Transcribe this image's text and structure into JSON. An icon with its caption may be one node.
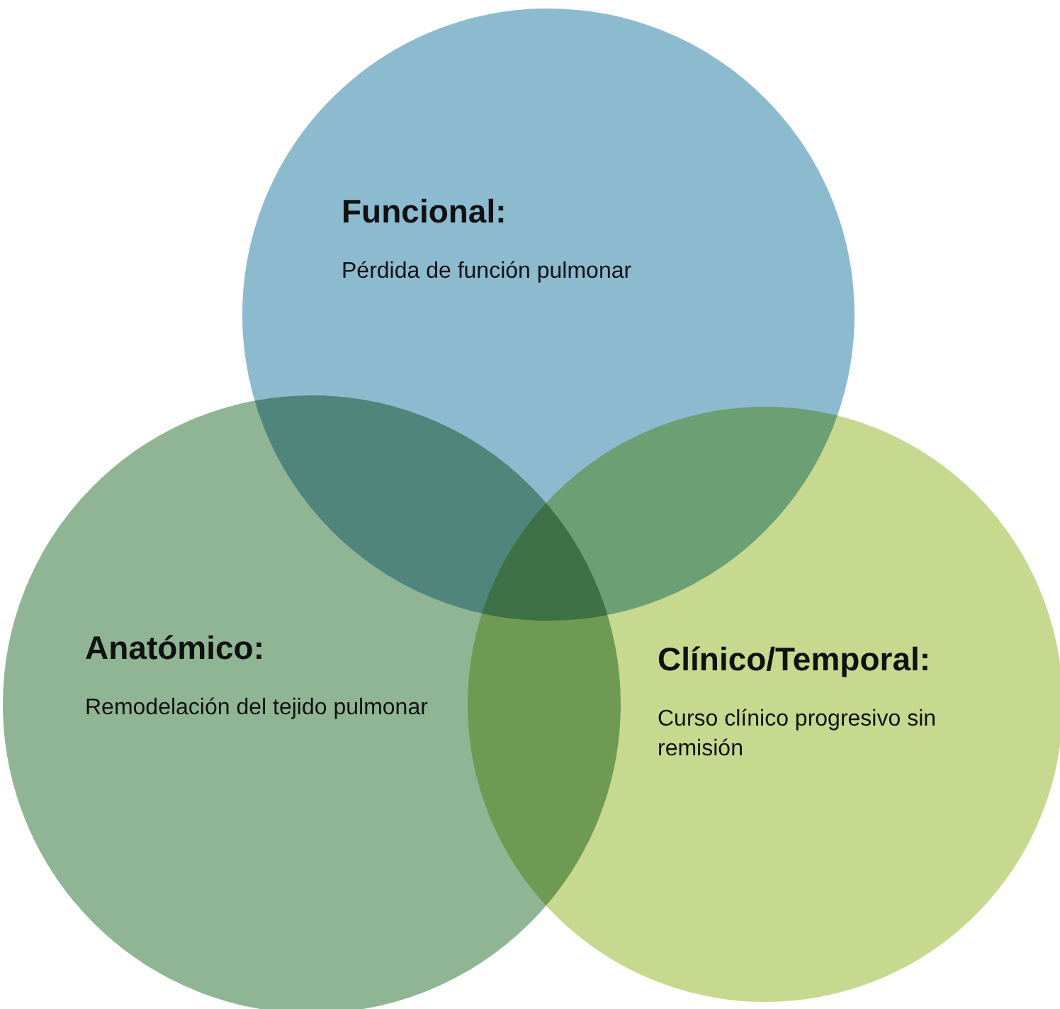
{
  "diagram": {
    "nodes": [
      {
        "text": [
          "Funcional:",
          "Pérdida de función pulmonar"
        ]
      },
      {
        "text": [
          "Anatómico:",
          "Remodelación del tejido pulmonar"
        ]
      },
      {
        "text": [
          "Clínico/Temporal:",
          "Curso clínico progresivo sin remisión"
        ]
      }
    ]
  }
}
